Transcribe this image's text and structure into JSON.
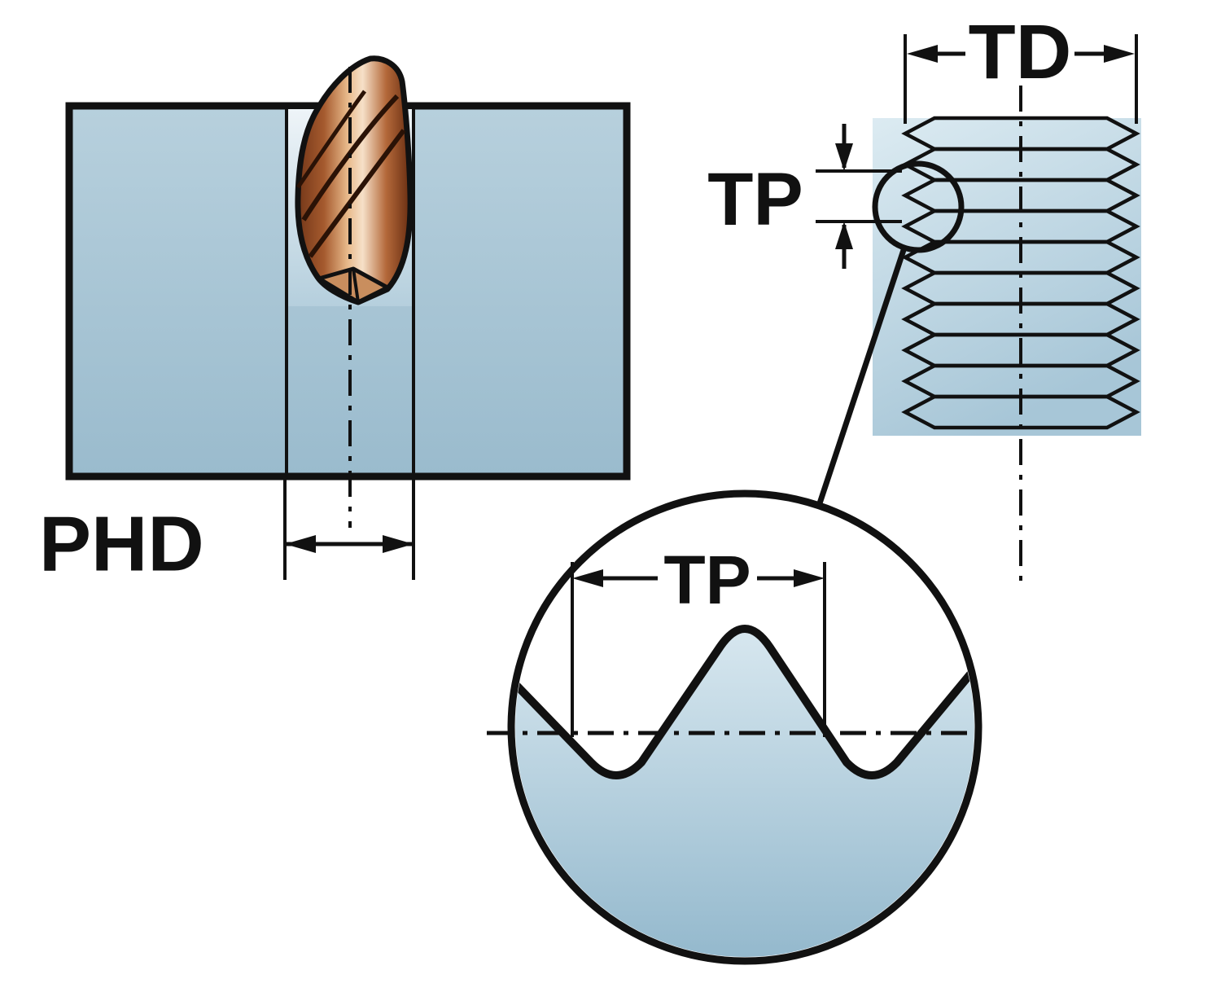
{
  "diagram": {
    "left_view": {
      "pilot_hole_label": "PHD"
    },
    "thread_view": {
      "diameter_label": "TD",
      "pitch_label": "TP"
    },
    "detail_view": {
      "pitch_label": "TP"
    },
    "colors": {
      "workpiece_blue": "#a6c4d4",
      "workpiece_light": "#d9e8ef",
      "outline_black": "#111111",
      "tool_copper_dark": "#6e3316",
      "tool_copper_mid": "#b96a3c",
      "tool_copper_highlight": "#f6e0c8",
      "background": "#ffffff"
    }
  }
}
